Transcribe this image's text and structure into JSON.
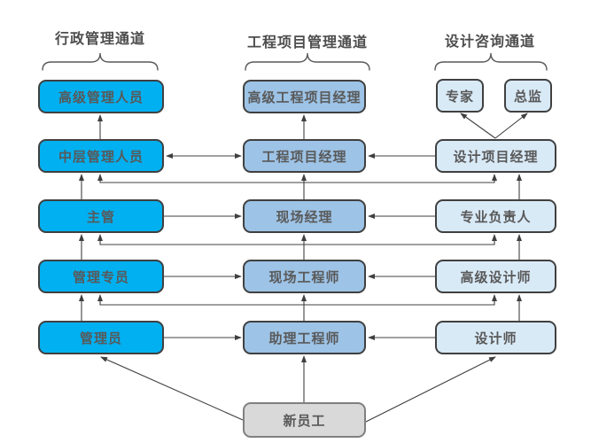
{
  "channels": {
    "admin": {
      "header": "行政管理通道"
    },
    "engineering": {
      "header": "工程项目管理通道"
    },
    "design": {
      "header": "设计咨询通道"
    }
  },
  "nodes": {
    "admin_senior": "高级管理人员",
    "admin_middle": "中层管理人员",
    "admin_supervisor": "主管",
    "admin_specialist": "管理专员",
    "admin_clerk": "管理员",
    "eng_senior_pm": "高级工程项目经理",
    "eng_pm": "工程项目经理",
    "site_manager": "现场经理",
    "site_engineer": "现场工程师",
    "assistant_engineer": "助理工程师",
    "expert": "专家",
    "chief_supervisor": "总监",
    "design_pm": "设计项目经理",
    "discipline_lead": "专业负责人",
    "senior_designer": "高级设计师",
    "designer": "设计师",
    "new_employee": "新员工"
  },
  "colors": {
    "admin_fill": "#00B0F0",
    "engineering_fill": "#9DC3E6",
    "design_fill": "#D9EAF7",
    "entry_fill": "#D9D9D9",
    "box_border": "#404040",
    "entry_border": "#808080",
    "line": "#404040",
    "brace": "#595959",
    "text": "#595959",
    "header_text": "#4d4d4d",
    "background": "#ffffff"
  },
  "edges": [
    {
      "from": "管理员",
      "to": "管理专员",
      "type": "promotion"
    },
    {
      "from": "管理专员",
      "to": "主管",
      "type": "promotion"
    },
    {
      "from": "主管",
      "to": "中层管理人员",
      "type": "promotion"
    },
    {
      "from": "中层管理人员",
      "to": "高级管理人员",
      "type": "promotion"
    },
    {
      "from": "助理工程师",
      "to": "现场工程师",
      "type": "promotion"
    },
    {
      "from": "现场工程师",
      "to": "现场经理",
      "type": "promotion"
    },
    {
      "from": "现场经理",
      "to": "工程项目经理",
      "type": "promotion"
    },
    {
      "from": "工程项目经理",
      "to": "高级工程项目经理",
      "type": "promotion"
    },
    {
      "from": "设计师",
      "to": "高级设计师",
      "type": "promotion"
    },
    {
      "from": "高级设计师",
      "to": "专业负责人",
      "type": "promotion"
    },
    {
      "from": "专业负责人",
      "to": "设计项目经理",
      "type": "promotion"
    },
    {
      "from": "设计项目经理",
      "to": "专家",
      "type": "promotion"
    },
    {
      "from": "设计项目经理",
      "to": "总监",
      "type": "promotion"
    },
    {
      "from": "现场经理",
      "to": "中层管理人员",
      "type": "promotion-branch"
    },
    {
      "from": "现场经理",
      "to": "设计项目经理",
      "type": "promotion-branch"
    },
    {
      "from": "现场工程师",
      "to": "主管",
      "type": "promotion-branch"
    },
    {
      "from": "现场工程师",
      "to": "专业负责人",
      "type": "promotion-branch"
    },
    {
      "from": "助理工程师",
      "to": "管理专员",
      "type": "promotion-branch"
    },
    {
      "from": "助理工程师",
      "to": "高级设计师",
      "type": "promotion-branch"
    },
    {
      "from": "中层管理人员",
      "to": "工程项目经理",
      "type": "lateral-bidirectional"
    },
    {
      "from": "设计项目经理",
      "to": "工程项目经理",
      "type": "lateral"
    },
    {
      "from": "主管",
      "to": "现场经理",
      "type": "lateral"
    },
    {
      "from": "专业负责人",
      "to": "现场经理",
      "type": "lateral"
    },
    {
      "from": "管理专员",
      "to": "现场工程师",
      "type": "lateral"
    },
    {
      "from": "高级设计师",
      "to": "现场工程师",
      "type": "lateral"
    },
    {
      "from": "管理员",
      "to": "助理工程师",
      "type": "lateral"
    },
    {
      "from": "设计师",
      "to": "助理工程师",
      "type": "lateral"
    },
    {
      "from": "新员工",
      "to": "管理员",
      "type": "entry"
    },
    {
      "from": "新员工",
      "to": "助理工程师",
      "type": "entry"
    },
    {
      "from": "新员工",
      "to": "设计师",
      "type": "entry"
    }
  ]
}
